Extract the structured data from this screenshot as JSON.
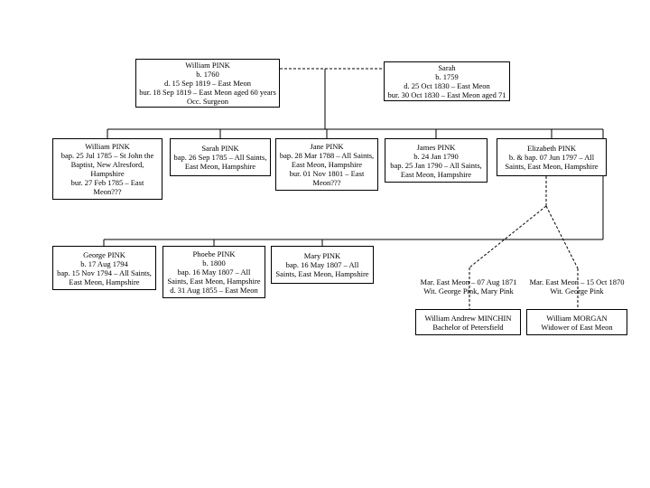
{
  "chart_type": "family-tree",
  "colors": {
    "line": "#000000",
    "text": "#000000",
    "background": "#ffffff",
    "box_border": "#000000"
  },
  "nodes": {
    "father": {
      "name": "William PINK",
      "lines": [
        "William PINK",
        "b. 1760",
        "d. 15 Sep 1819 – East Meon",
        "bur. 18 Sep 1819 – East Meon aged 60 years",
        "Occ. Surgeon"
      ]
    },
    "mother": {
      "name": "Sarah",
      "lines": [
        "Sarah",
        "b. 1759",
        "d. 25 Oct 1830 – East Meon",
        "bur. 30 Oct 1830 – East Meon aged 71"
      ]
    },
    "child_william": {
      "name": "William PINK",
      "lines": [
        "William PINK",
        "bap. 25 Jul 1785 – St John the",
        "Baptist, New Alresford,",
        "Hampshire",
        "bur. 27 Feb 1785 – East",
        "Meon???"
      ]
    },
    "child_sarah": {
      "name": "Sarah PINK",
      "lines": [
        "Sarah PINK",
        "bap. 26 Sep 1785 – All Saints,",
        "East Meon, Hampshire"
      ]
    },
    "child_jane": {
      "name": "Jane PINK",
      "lines": [
        "Jane PINK",
        "bap. 28 Mar 1788 – All Saints,",
        "East Meon, Hampshire",
        "bur. 01 Nov 1801 – East",
        "Meon???"
      ]
    },
    "child_james": {
      "name": "James PINK",
      "lines": [
        "James PINK",
        "b. 24 Jan 1790",
        "bap. 25 Jan 1790 – All Saints,",
        "East Meon, Hampshire"
      ]
    },
    "child_elizabeth": {
      "name": "Elizabeth PINK",
      "lines": [
        "Elizabeth PINK",
        "b. & bap. 07 Jun 1797 – All",
        "Saints, East Meon, Hampshire"
      ]
    },
    "child_george": {
      "name": "George PINK",
      "lines": [
        "George PINK",
        "b. 17 Aug 1794",
        "bap. 15 Nov 1794 – All Saints,",
        "East Meon, Hampshire"
      ]
    },
    "child_phoebe": {
      "name": "Phoebe PINK",
      "lines": [
        "Phoebe PINK",
        "b. 1800",
        "bap. 16 May 1807 – All",
        "Saints, East Meon, Hampshire",
        "d. 31 Aug 1855 – East Meon"
      ]
    },
    "child_mary": {
      "name": "Mary PINK",
      "lines": [
        "Mary PINK",
        "bap. 16 May 1807 – All",
        "Saints, East Meon, Hampshire"
      ]
    },
    "spouse_minchin": {
      "name": "William Andrew MINCHIN",
      "lines": [
        "William Andrew MINCHIN",
        "Bachelor of Petersfield"
      ]
    },
    "spouse_morgan": {
      "name": "William MORGAN",
      "lines": [
        "William MORGAN",
        "Widower of East Meon"
      ]
    }
  },
  "marriage_notes": {
    "minchin": {
      "lines": [
        "Mar. East Meon – 07 Aug 1871",
        "Wit. George Pink, Mary Pink"
      ]
    },
    "morgan": {
      "lines": [
        "Mar. East Meon – 15 Oct 1870",
        "Wit. George Pink"
      ]
    }
  }
}
